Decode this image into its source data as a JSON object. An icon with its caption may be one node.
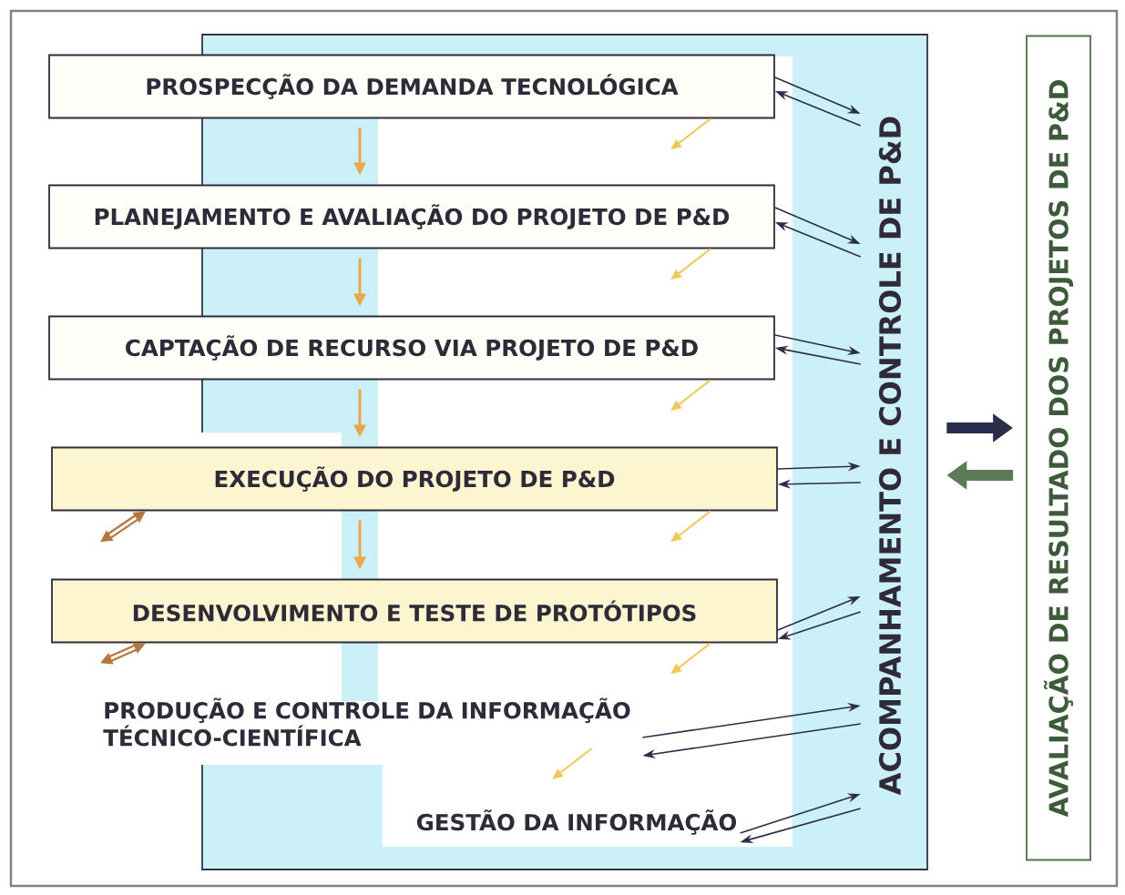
{
  "diagram": {
    "nodes": [
      {
        "text": [
          "ACOMPANHAMENTO E CONTROLE DE P&D"
        ]
      },
      {
        "text": [
          "PROSPECÇÃO DA DEMANDA TECNOLÓGICA"
        ]
      },
      {
        "text": [
          "PLANEJAMENTO E AVALIAÇÃO DO PROJETO DE P&D"
        ]
      },
      {
        "text": [
          "CAPTAÇÃO DE RECURSO VIA PROJETO DE P&D"
        ]
      },
      {
        "text": [
          "EXECUÇÃO DO PROJETO DE P&D"
        ]
      },
      {
        "text": [
          "DESENVOLVIMENTO E TESTE DE PROTÓTIPOS"
        ]
      },
      {
        "text": [
          "PRODUÇÃO E CONTROLE DA INFORMAÇÃO TÉCNICO-CIENTÍFICA"
        ]
      },
      {
        "text": [
          "GESTÃO DA INFORMAÇÃO"
        ]
      },
      {
        "text": [
          "AVALIAÇÃO DE RESULTADO DOS PROJETOS DE P&D"
        ]
      }
    ],
    "edges": [
      {
        "from": 1,
        "to": 2,
        "arrow": "to",
        "color": "#e8a84a"
      },
      {
        "from": 2,
        "to": 3,
        "arrow": "to",
        "color": "#e8a84a"
      },
      {
        "from": 3,
        "to": 4,
        "arrow": "to",
        "color": "#e8a84a"
      },
      {
        "from": 4,
        "to": 5,
        "arrow": "to",
        "color": "#e8a84a"
      },
      {
        "from": 1,
        "to": 0,
        "arrow": "to"
      },
      {
        "from": 0,
        "to": 1,
        "arrow": "to"
      },
      {
        "from": 2,
        "to": 0,
        "arrow": "to"
      },
      {
        "from": 0,
        "to": 2,
        "arrow": "to"
      },
      {
        "from": 3,
        "to": 0,
        "arrow": "to"
      },
      {
        "from": 0,
        "to": 3,
        "arrow": "to"
      },
      {
        "from": 4,
        "to": 0,
        "arrow": "to"
      },
      {
        "from": 0,
        "to": 4,
        "arrow": "to"
      },
      {
        "from": 5,
        "to": 0,
        "arrow": "to"
      },
      {
        "from": 0,
        "to": 5,
        "arrow": "to"
      },
      {
        "from": 6,
        "to": 0,
        "arrow": "to"
      },
      {
        "from": 0,
        "to": 6,
        "arrow": "to"
      },
      {
        "from": 7,
        "to": 0,
        "arrow": "to"
      },
      {
        "from": 0,
        "to": 7,
        "arrow": "to"
      },
      {
        "from": 1,
        "to": null,
        "arrow": "to",
        "color": "#f0c85a"
      },
      {
        "from": 2,
        "to": null,
        "arrow": "to",
        "color": "#f0c85a"
      },
      {
        "from": 3,
        "to": null,
        "arrow": "to",
        "color": "#f0c85a"
      },
      {
        "from": 4,
        "to": null,
        "arrow": "to",
        "color": "#f0c85a"
      },
      {
        "from": 5,
        "to": null,
        "arrow": "to",
        "color": "#f0c85a"
      },
      {
        "from": 6,
        "to": null,
        "arrow": "to",
        "color": "#f0c85a"
      },
      {
        "from": 4,
        "to": null,
        "arrow": "both",
        "style": "thick",
        "color": "#b5773f"
      },
      {
        "from": 5,
        "to": null,
        "arrow": "both",
        "style": "thick",
        "color": "#b5773f"
      },
      {
        "from": 0,
        "to": 8,
        "arrow": "to",
        "style": "thick"
      },
      {
        "from": 8,
        "to": 0,
        "arrow": "to",
        "style": "thick",
        "color": "#5d7a58"
      }
    ]
  }
}
